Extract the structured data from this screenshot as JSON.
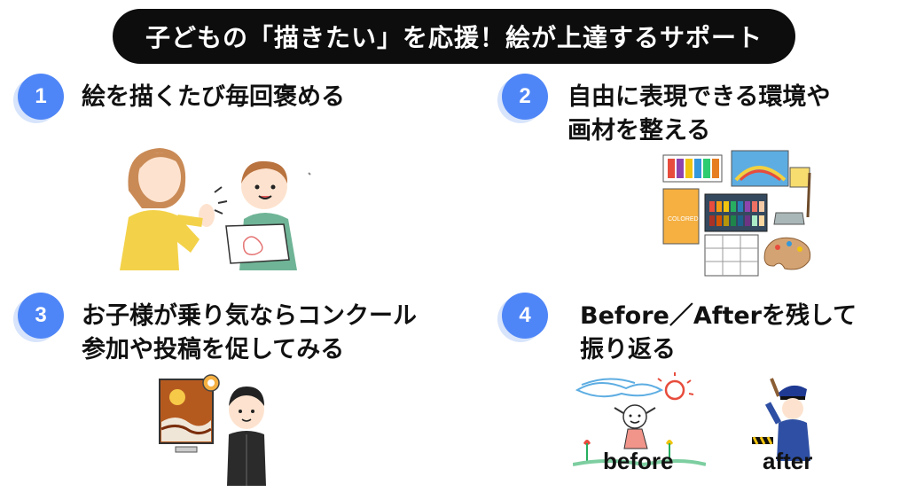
{
  "title": "子どもの「描きたい」を応援！絵が上達するサポート",
  "items": [
    {
      "number": "1",
      "lines": [
        "絵を描くたび毎回褒める"
      ]
    },
    {
      "number": "2",
      "lines": [
        "自由に表現できる環境や",
        "画材を整える"
      ]
    },
    {
      "number": "3",
      "lines": [
        "お子様が乗り気ならコンクール",
        "参加や投稿を促してみる"
      ]
    },
    {
      "number": "4",
      "lines": [
        "Before／Afterを残して",
        "振り返る"
      ]
    }
  ],
  "captions": {
    "before": "before",
    "after": "after"
  },
  "illustration_text": {
    "pencils_box": "COLORED PENCILS"
  },
  "colors": {
    "accent": "#4f86f7",
    "title_bg": "#0d0d0d"
  }
}
